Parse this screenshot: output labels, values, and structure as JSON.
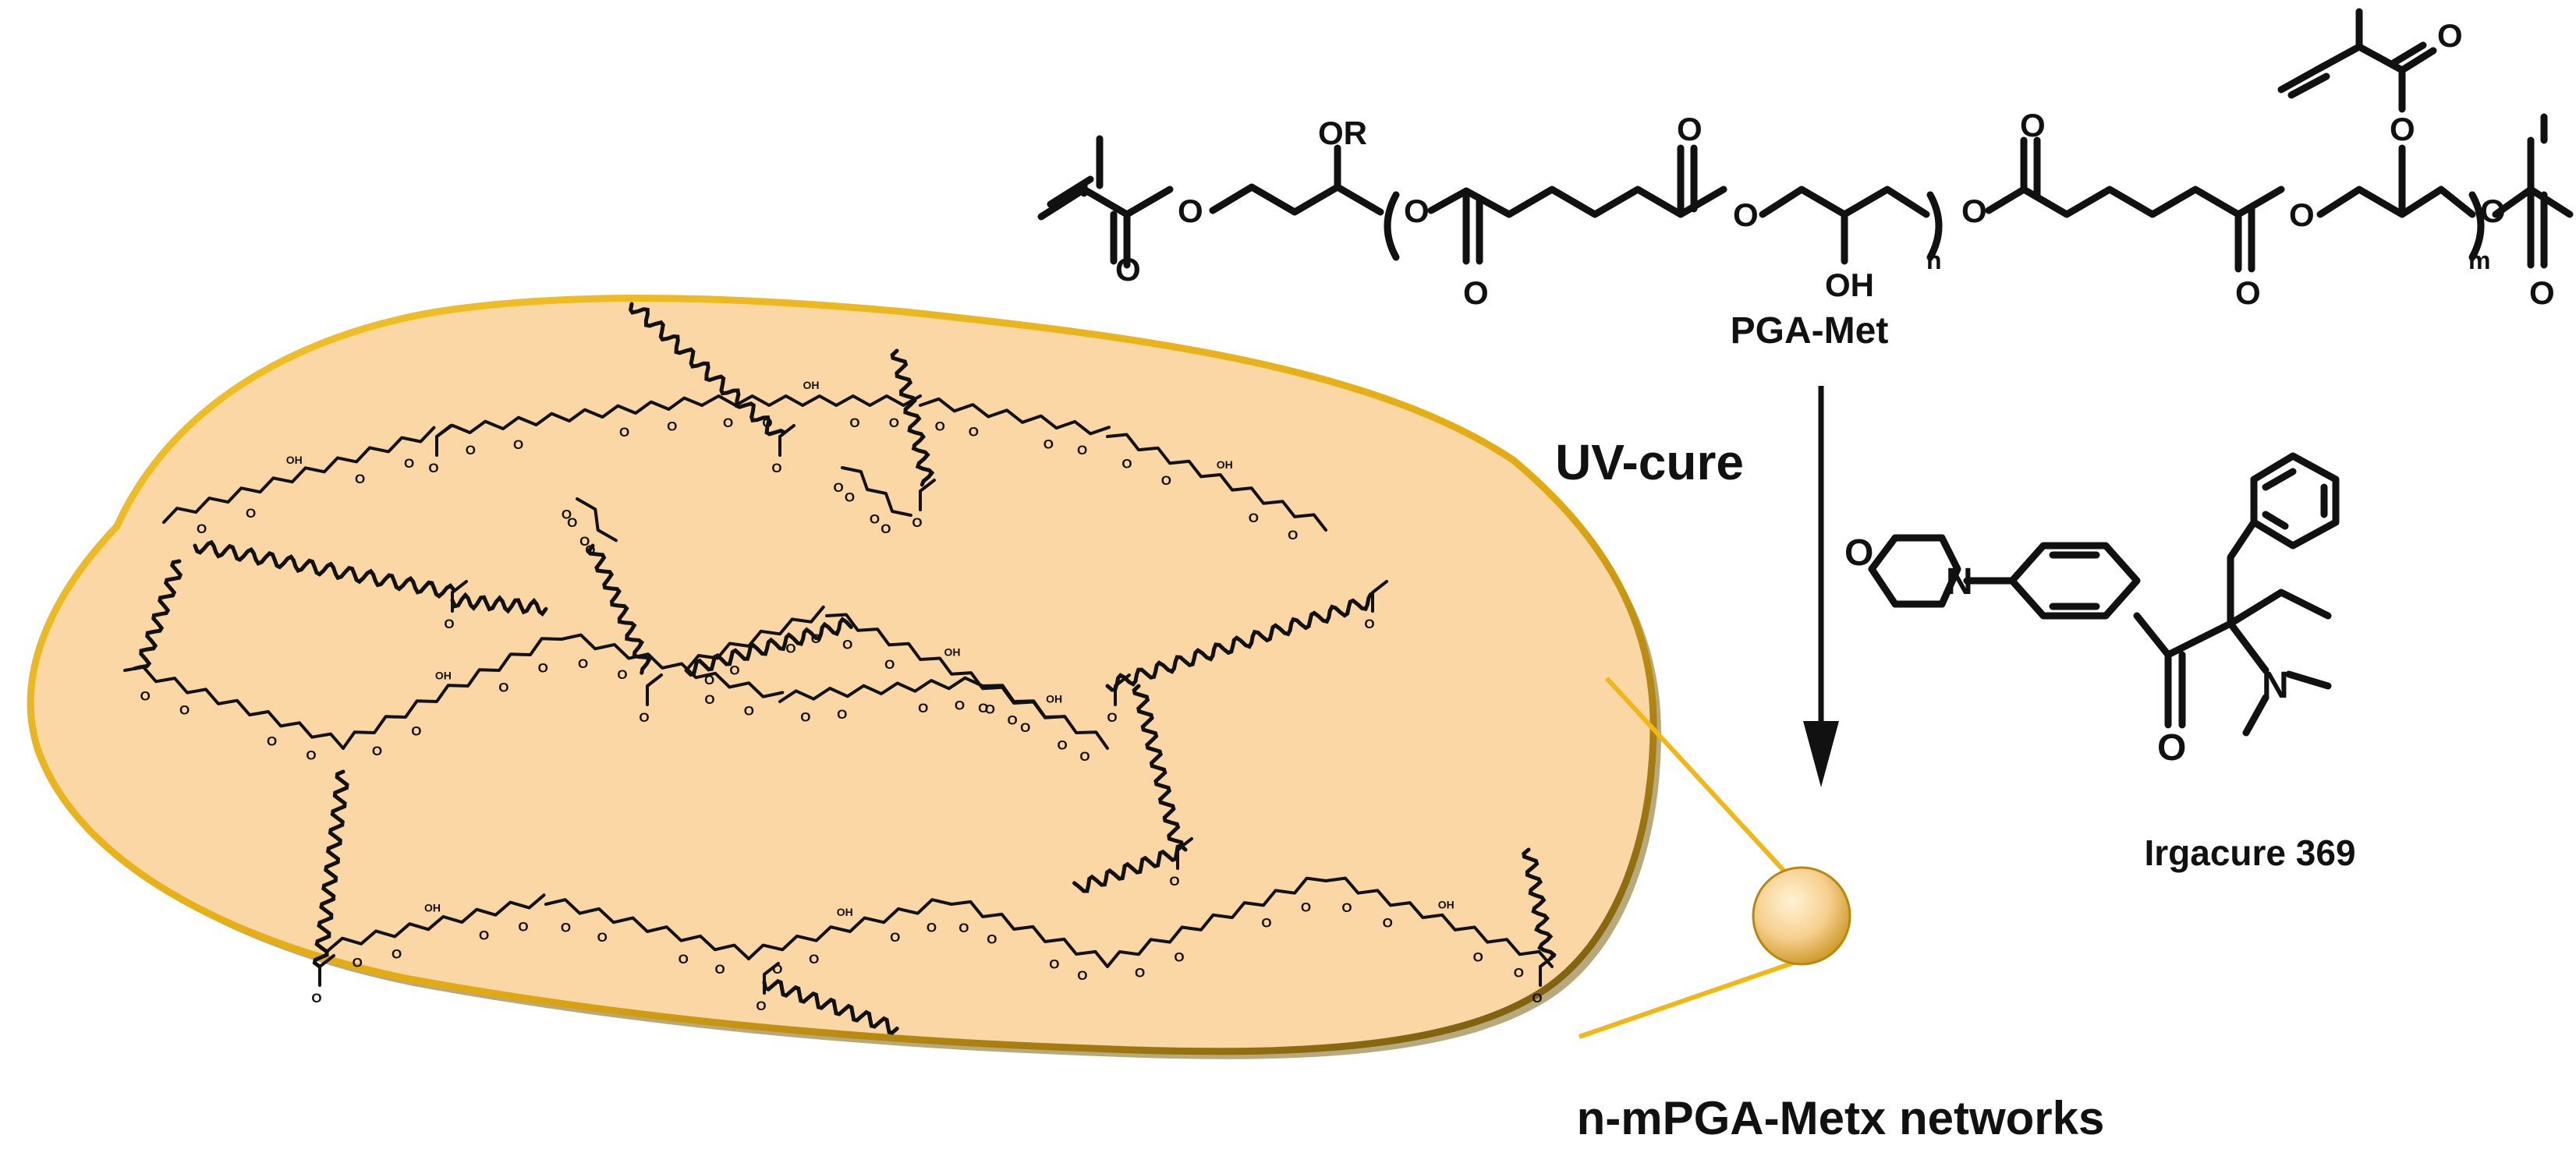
{
  "labels": {
    "monomer": "PGA-Met",
    "process": "UV-cure",
    "initiator": "Irgacure 369",
    "network": "n-mPGA-Metx networks"
  },
  "atoms": {
    "oxygen": "O",
    "substituent_or": "OR",
    "hydroxyl": "OH",
    "nitrogen": "N",
    "repeat_n": "n",
    "repeat_m": "m"
  },
  "colors": {
    "blob_fill": "#fbd7a5",
    "blob_edge": "#e9b11a",
    "blob_shadow": "#8a6a10",
    "ink": "#111111"
  }
}
